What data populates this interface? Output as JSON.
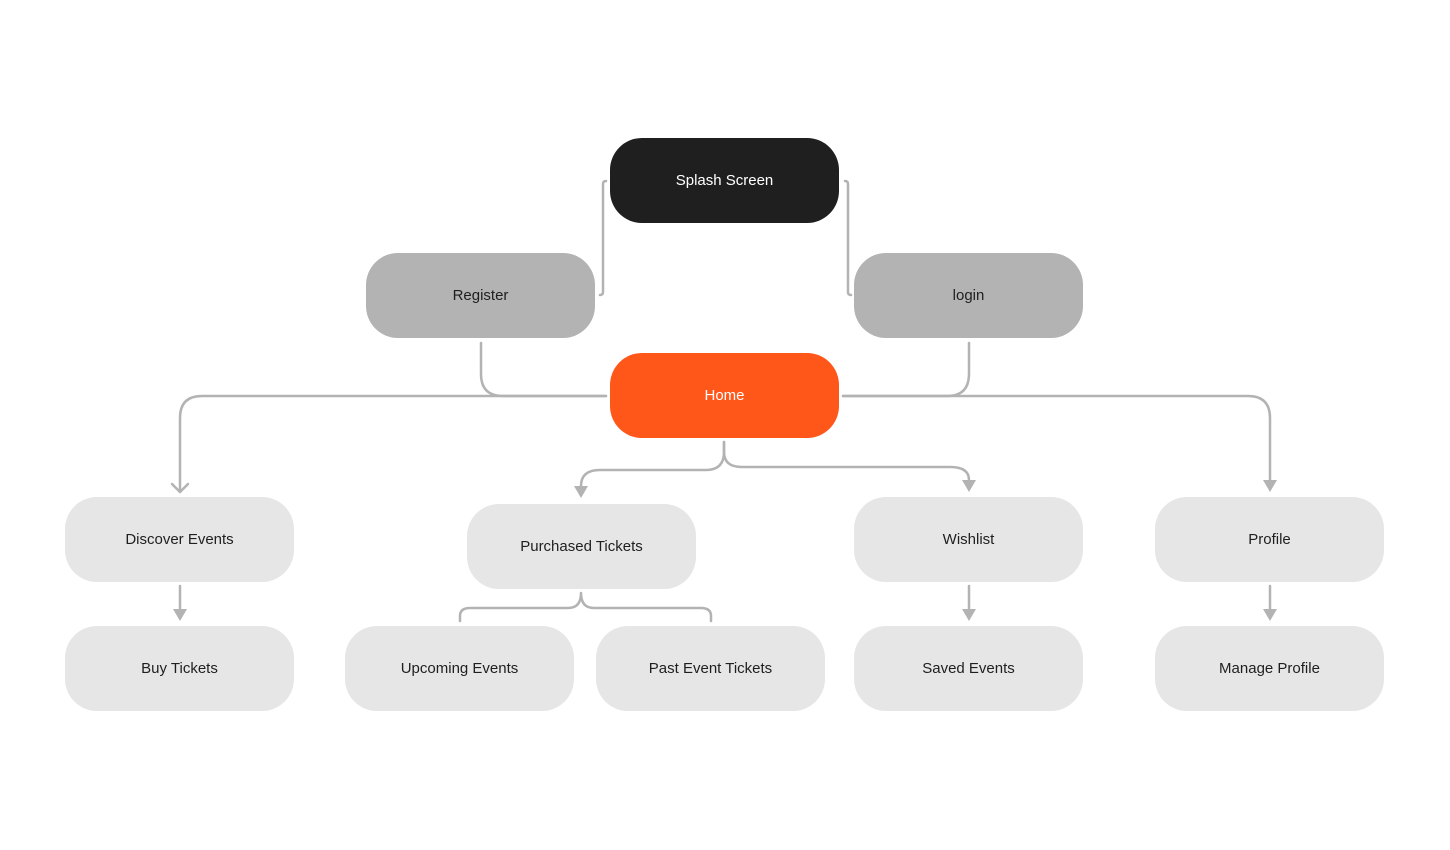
{
  "colors": {
    "splash": "#1f1f1f",
    "auth": "#b3b3b3",
    "home": "#ff561a",
    "screen": "#e6e6e6",
    "connector": "#b3b3b3"
  },
  "nodes": {
    "splash": "Splash Screen",
    "register": "Register",
    "login": "login",
    "home": "Home",
    "discover": "Discover Events",
    "buy": "Buy Tickets",
    "purchased": "Purchased Tickets",
    "upcoming": "Upcoming Events",
    "past": "Past Event Tickets",
    "wishlist": "Wishlist",
    "saved": "Saved Events",
    "profile": "Profile",
    "manage": "Manage Profile"
  }
}
